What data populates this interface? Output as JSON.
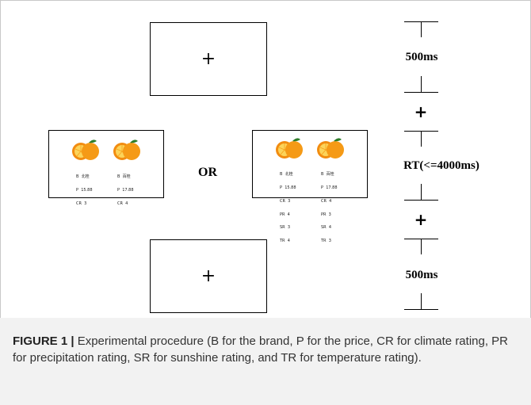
{
  "figure": {
    "fixation": "+",
    "or_label": "OR",
    "timeline": {
      "plus": "+",
      "duration_top": "500ms",
      "duration_mid": "RT(<=4000ms)",
      "duration_bottom": "500ms"
    },
    "left_screen": {
      "product_a": [
        "B  北桂",
        "P  15.88",
        "CR  3"
      ],
      "product_b": [
        "B  百桂",
        "P  17.88",
        "CR  4"
      ]
    },
    "right_screen": {
      "product_a": [
        "B  北桂",
        "P  15.88",
        "CR  3",
        "PR  4",
        "SR  3",
        "TR  4"
      ],
      "product_b": [
        "B  百桂",
        "P  17.88",
        "CR  4",
        "PR  3",
        "SR  4",
        "TR  3"
      ]
    }
  },
  "caption": {
    "label": "FIGURE 1 |",
    "text": " Experimental procedure (B for the brand, P for the price, CR for climate rating, PR for precipitation rating, SR for sunshine rating, and TR for temperature rating)."
  }
}
